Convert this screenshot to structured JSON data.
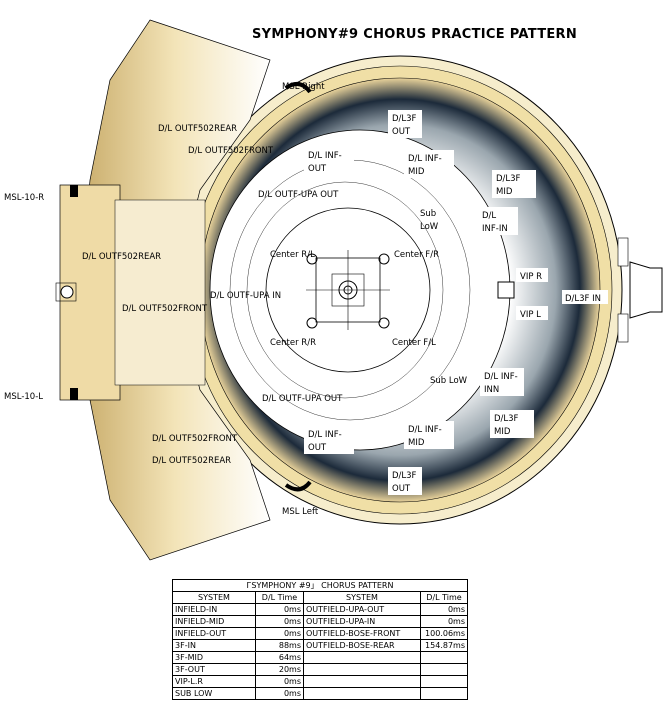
{
  "title": "SYMPHONY#9 CHORUS PRACTICE PATTERN",
  "labels": {
    "msl_right": "MSL Right",
    "msl_left": "MSL Left",
    "msl_10_r": "MSL-10-R",
    "msl_10_l": "MSL-10-L",
    "outf502rear_top": "D/L OUTF502REAR",
    "outf502front_top": "D/L OUTF502FRONT",
    "outf502rear_mid": "D/L OUTF502REAR",
    "outf502front_mid": "D/L OUTF502FRONT",
    "outf502front_bot": "D/L OUTF502FRONT",
    "outf502rear_bot": "D/L OUTF502REAR",
    "outf_upa_out_top": "D/L OUTF-UPA OUT",
    "outf_upa_in": "D/L OUTF-UPA IN",
    "outf_upa_out_bot": "D/L OUTF-UPA OUT",
    "center_rl": "Center R/L",
    "center_fr": "Center F/R",
    "center_rr": "Center R/R",
    "center_fl": "Center F/L",
    "l3f_out_top": [
      "D/L3F",
      "OUT"
    ],
    "inf_out_top": [
      "D/L INF-",
      "OUT"
    ],
    "inf_mid_top": [
      "D/L INF-",
      "MID"
    ],
    "l3f_mid_top": [
      "D/L3F",
      "MID"
    ],
    "sub_low_top": [
      "Sub",
      "LoW"
    ],
    "inf_in_top": [
      "D/L",
      "INF-IN"
    ],
    "vip_r": "VIP R",
    "vip_l": "VIP L",
    "l3f_in": "D/L3F IN",
    "sub_low_bot": "Sub LoW",
    "inf_inn_bot": [
      "D/L INF-",
      "INN"
    ],
    "l3f_mid_bot": [
      "D/L3F",
      "MID"
    ],
    "inf_mid_bot": [
      "D/L INF-",
      "MID"
    ],
    "inf_out_bot": [
      "D/L INF-",
      "OUT"
    ],
    "l3f_out_bot": [
      "D/L3F",
      "OUT"
    ]
  },
  "table": {
    "caption": "ГSYMPHONY #9」 CHORUS PATTERN",
    "headers": [
      "SYSTEM",
      "D/L Time",
      "SYSTEM",
      "D/L Time"
    ],
    "left_rows": [
      {
        "system": "INFIELD-IN",
        "time": "0ms"
      },
      {
        "system": "INFIELD-MID",
        "time": "0ms"
      },
      {
        "system": "INFIELD-OUT",
        "time": "0ms"
      },
      {
        "system": "3F-IN",
        "time": "88ms"
      },
      {
        "system": "3F-MID",
        "time": "64ms"
      },
      {
        "system": "3F-OUT",
        "time": "20ms"
      },
      {
        "system": "VIP-L.R",
        "time": "0ms"
      },
      {
        "system": "SUB LOW",
        "time": "0ms"
      }
    ],
    "right_rows": [
      {
        "system": "OUTFIELD-UPA-OUT",
        "time": "0ms"
      },
      {
        "system": "OUTFIELD-UPA-IN",
        "time": "0ms"
      },
      {
        "system": "OUTFIELD-BOSE-FRONT",
        "time": "100.06ms"
      },
      {
        "system": "OUTFIELD-BOSE-REAR",
        "time": "154.87ms"
      },
      {
        "system": "",
        "time": ""
      },
      {
        "system": "",
        "time": ""
      },
      {
        "system": "",
        "time": ""
      },
      {
        "system": "",
        "time": ""
      }
    ]
  },
  "colors": {
    "sand": "#e8d29a",
    "navy": "#1c2a3a",
    "line": "#000000"
  }
}
